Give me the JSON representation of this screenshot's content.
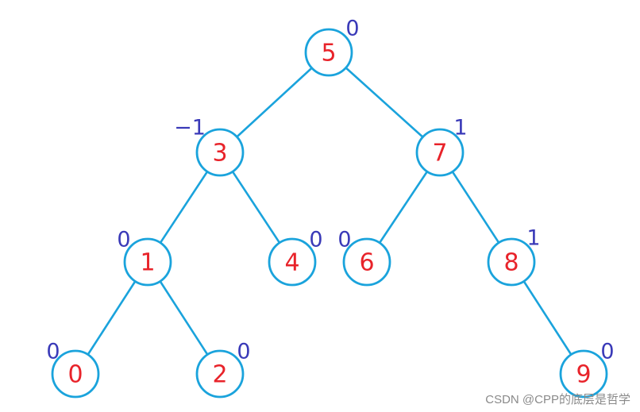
{
  "tree": {
    "nodes": [
      {
        "id": "n5",
        "key": "5",
        "bf": "0"
      },
      {
        "id": "n3",
        "key": "3",
        "bf": "−1"
      },
      {
        "id": "n7",
        "key": "7",
        "bf": "1"
      },
      {
        "id": "n1",
        "key": "1",
        "bf": "0"
      },
      {
        "id": "n4",
        "key": "4",
        "bf": "0"
      },
      {
        "id": "n6",
        "key": "6",
        "bf": "0"
      },
      {
        "id": "n8",
        "key": "8",
        "bf": "1"
      },
      {
        "id": "n0",
        "key": "0",
        "bf": "0"
      },
      {
        "id": "n2",
        "key": "2",
        "bf": "0"
      },
      {
        "id": "n9",
        "key": "9",
        "bf": "0"
      }
    ],
    "edges": [
      [
        "n5",
        "n3"
      ],
      [
        "n5",
        "n7"
      ],
      [
        "n3",
        "n1"
      ],
      [
        "n3",
        "n4"
      ],
      [
        "n7",
        "n6"
      ],
      [
        "n7",
        "n8"
      ],
      [
        "n1",
        "n0"
      ],
      [
        "n1",
        "n2"
      ],
      [
        "n8",
        "n9"
      ]
    ]
  },
  "colors": {
    "edge": "#1aa3dc",
    "key": "#e8232a",
    "balance_factor": "#3a3ab8"
  },
  "watermark": "CSDN @CPP的底层是哲学"
}
